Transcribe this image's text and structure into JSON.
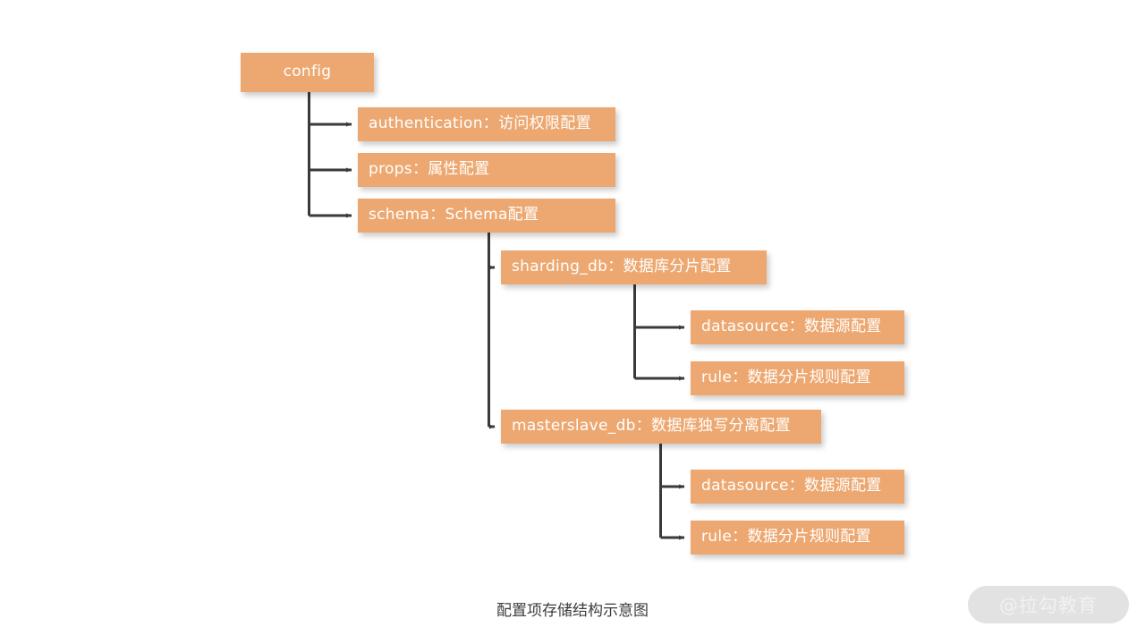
{
  "figure": {
    "caption": "配置项存储结构示意图",
    "watermark": "@拉勾教育",
    "background_color": "#ffffff",
    "node_fill_color": "#eda871",
    "node_text_color": "#ffffff",
    "connector_color": "#3a3a3a"
  },
  "nodes": {
    "config": {
      "label": "config"
    },
    "authentication": {
      "label": "authentication：访问权限配置"
    },
    "props": {
      "label": "props：属性配置"
    },
    "schema": {
      "label": "schema：Schema配置"
    },
    "sharding_db": {
      "label": "sharding_db：数据库分片配置"
    },
    "sharding_datasource": {
      "label": "datasource：数据源配置"
    },
    "sharding_rule": {
      "label": "rule：数据分片规则配置"
    },
    "masterslave_db": {
      "label": "masterslave_db：数据库独写分离配置"
    },
    "masterslave_datasource": {
      "label": "datasource：数据源配置"
    },
    "masterslave_rule": {
      "label": "rule：数据分片规则配置"
    }
  }
}
